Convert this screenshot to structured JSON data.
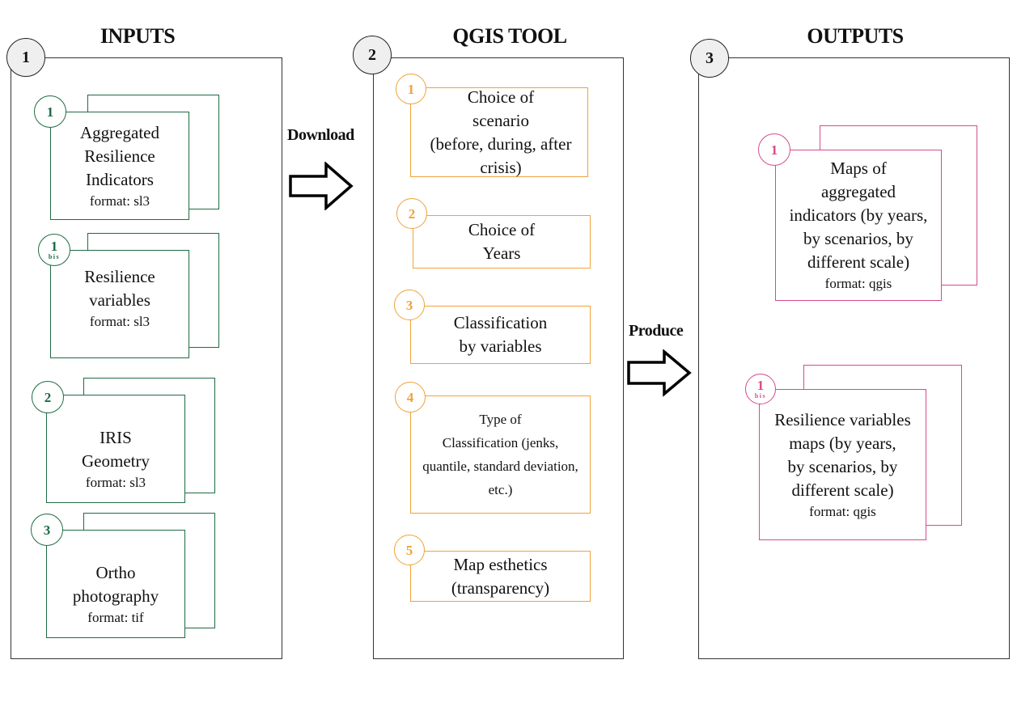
{
  "columns": [
    {
      "number": "1",
      "title": "INPUTS"
    },
    {
      "number": "2",
      "title": "QGIS TOOL"
    },
    {
      "number": "3",
      "title": "OUTPUTS"
    }
  ],
  "arrows": {
    "download": "Download",
    "produce": "Produce"
  },
  "inputs": [
    {
      "badge": "1",
      "badge_sub": "",
      "lines": [
        "Aggregated",
        "Resilience",
        "Indicators"
      ],
      "format": "format: sl3"
    },
    {
      "badge": "1",
      "badge_sub": "bis",
      "lines": [
        "Resilience",
        "variables"
      ],
      "format": "format: sl3"
    },
    {
      "badge": "2",
      "badge_sub": "",
      "lines": [
        "IRIS",
        "Geometry"
      ],
      "format": "format: sl3"
    },
    {
      "badge": "3",
      "badge_sub": "",
      "lines": [
        "Ortho",
        "photography"
      ],
      "format": "format: tif"
    }
  ],
  "tool_steps": [
    {
      "badge": "1",
      "lines": [
        "Choice of",
        "scenario",
        "(before, during, after",
        "crisis)"
      ]
    },
    {
      "badge": "2",
      "lines": [
        "Choice of",
        "Years"
      ]
    },
    {
      "badge": "3",
      "lines": [
        "Classification",
        "by variables"
      ]
    },
    {
      "badge": "4",
      "lines": [
        "Type of",
        "Classification (jenks,",
        "quantile, standard deviation,",
        "etc.)"
      ]
    },
    {
      "badge": "5",
      "lines": [
        "Map esthetics",
        "(transparency)"
      ]
    }
  ],
  "outputs": [
    {
      "badge": "1",
      "badge_sub": "",
      "lines": [
        "Maps of",
        "aggregated",
        "indicators (by years,",
        "by scenarios, by",
        "different scale)"
      ],
      "format": "format: qgis"
    },
    {
      "badge": "1",
      "badge_sub": "bis",
      "lines": [
        "Resilience variables",
        "maps (by years,",
        "by scenarios, by",
        "different scale)"
      ],
      "format": "format: qgis"
    }
  ],
  "colors": {
    "inputs": "#1f6b43",
    "tool": "#f0a23a",
    "outputs": "#d64a8f"
  }
}
